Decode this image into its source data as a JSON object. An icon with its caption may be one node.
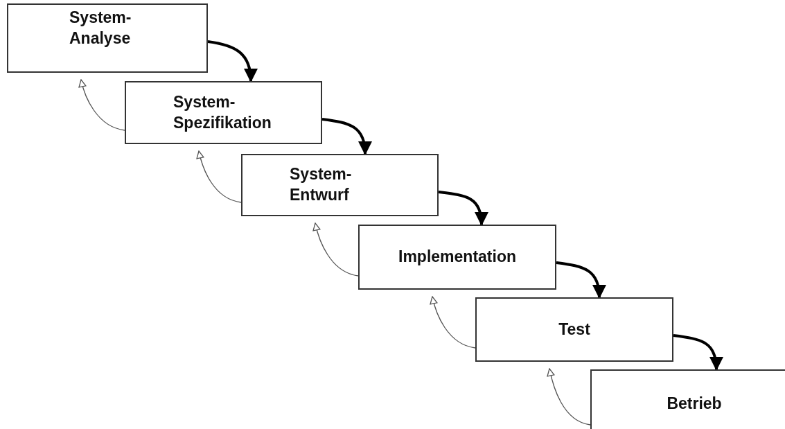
{
  "diagram": {
    "nodes": [
      {
        "text": [
          "System- Analyse"
        ]
      },
      {
        "text": [
          "System- Spezifikation"
        ]
      },
      {
        "text": [
          "System- Entwurf"
        ]
      },
      {
        "text": [
          "Implementation"
        ]
      },
      {
        "text": [
          "Test"
        ]
      },
      {
        "text": [
          "Betrieb"
        ]
      }
    ],
    "edges": [
      {
        "from": 0,
        "to": 1,
        "arrow": "to",
        "style": "thick"
      },
      {
        "from": 1,
        "to": 2,
        "arrow": "to",
        "style": "thick"
      },
      {
        "from": 2,
        "to": 3,
        "arrow": "to",
        "style": "thick"
      },
      {
        "from": 3,
        "to": 4,
        "arrow": "to",
        "style": "thick"
      },
      {
        "from": 4,
        "to": 5,
        "arrow": "to",
        "style": "thick"
      },
      {
        "from": 1,
        "to": 0,
        "arrow": "to",
        "color": "#555555"
      },
      {
        "from": 2,
        "to": 1,
        "arrow": "to",
        "color": "#555555"
      },
      {
        "from": 3,
        "to": 2,
        "arrow": "to",
        "color": "#555555"
      },
      {
        "from": 4,
        "to": 3,
        "arrow": "to",
        "color": "#555555"
      },
      {
        "from": 5,
        "to": 4,
        "arrow": "to",
        "color": "#555555"
      }
    ]
  }
}
